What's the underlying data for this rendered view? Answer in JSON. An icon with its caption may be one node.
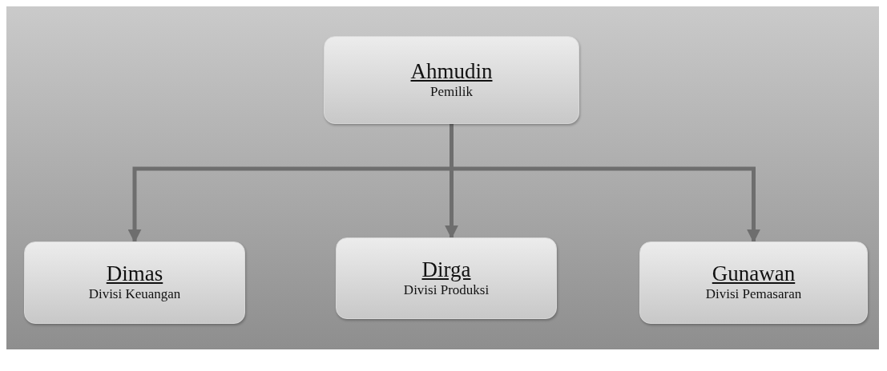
{
  "diagram": {
    "nodes": [
      {
        "text": [
          "Ahmudin",
          "Pemilik"
        ]
      },
      {
        "text": [
          "Dimas",
          "Divisi Keuangan"
        ]
      },
      {
        "text": [
          "Dirga",
          "Divisi Produksi"
        ]
      },
      {
        "text": [
          "Gunawan",
          "Divisi Pemasaran"
        ]
      }
    ],
    "edges": [
      {
        "from": 0,
        "to": 1,
        "arrow": "to"
      },
      {
        "from": 0,
        "to": 2,
        "arrow": "to"
      },
      {
        "from": 0,
        "to": 3,
        "arrow": "to"
      }
    ]
  }
}
